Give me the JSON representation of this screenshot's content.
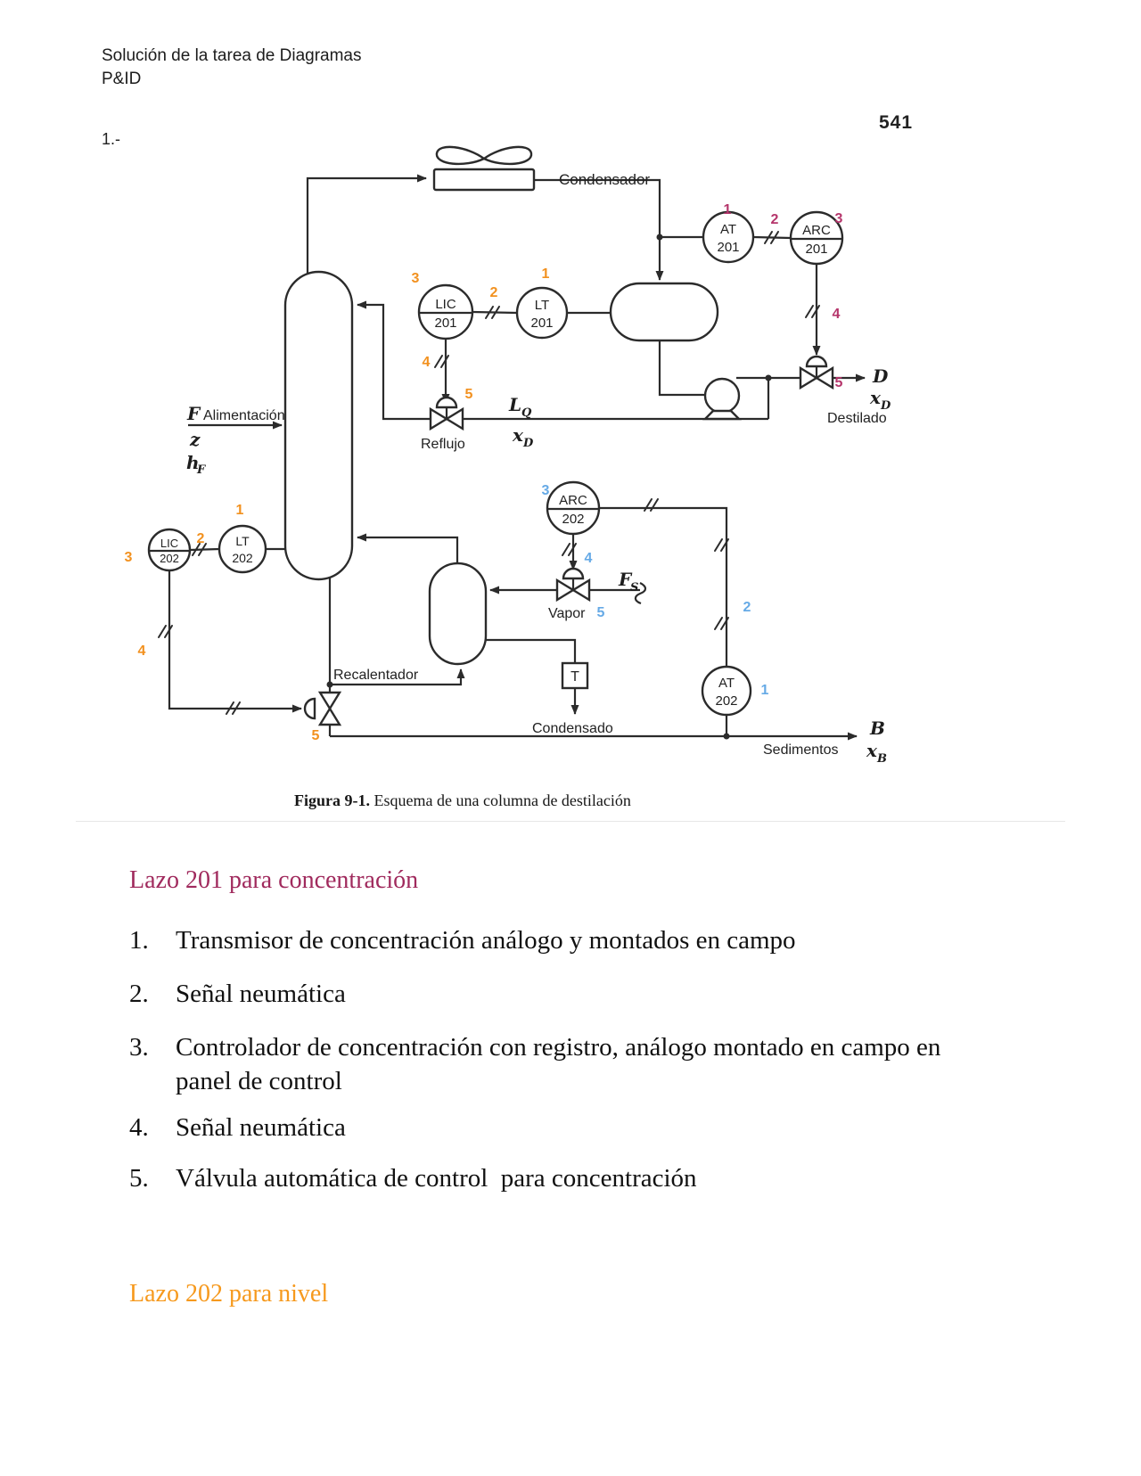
{
  "page": {
    "header_line1": "Solución de la tarea de Diagramas",
    "header_line2": "P&ID",
    "page_number": "541",
    "item_number": "1.-"
  },
  "diagram": {
    "labels": {
      "condensador": "Condensador",
      "reflujo": "Reflujo",
      "alimentacion": "Alimentación",
      "vapor": "Vapor",
      "recalentador": "Recalentador",
      "condensado": "Condensado",
      "sedimentos": "Sedimentos",
      "destilado": "Destilado",
      "trap": "T"
    },
    "math": {
      "F": "F",
      "z": "z",
      "h": "h",
      "h_sub": "F",
      "L": "L",
      "L_sub": "Q",
      "xD": "x",
      "xD_sub": "D",
      "D": "D",
      "FS": "F",
      "FS_sub": "S",
      "B": "B",
      "xB": "x",
      "xB_sub": "B"
    },
    "instruments": {
      "at201": {
        "tag": "AT",
        "num": "201"
      },
      "arc201": {
        "tag": "ARC",
        "num": "201"
      },
      "lic201": {
        "tag": "LIC",
        "num": "201"
      },
      "lt201": {
        "tag": "LT",
        "num": "201"
      },
      "arc202": {
        "tag": "ARC",
        "num": "202"
      },
      "lic202": {
        "tag": "LIC",
        "num": "202"
      },
      "lt202": {
        "tag": "LT",
        "num": "202"
      },
      "at202": {
        "tag": "AT",
        "num": "202"
      }
    },
    "nums": {
      "n1": "1",
      "n2": "2",
      "n3": "3",
      "n4": "4",
      "n5": "5"
    },
    "caption": {
      "bold": "Figura 9-1.",
      "text": "Esquema de una columna de destilación"
    }
  },
  "content": {
    "section1_title": "Lazo 201 para concentración",
    "list": [
      {
        "num": "1.",
        "text": "Transmisor de concentración análogo y montados en campo"
      },
      {
        "num": "2.",
        "text": "Señal neumática"
      },
      {
        "num": "3.",
        "text": "Controlador de concentración con registro, análogo montado en campo en panel de control"
      },
      {
        "num": "4.",
        "text": "Señal neumática"
      },
      {
        "num": "5.",
        "text": "Válvula automática de control  para concentración"
      }
    ],
    "section2_title": "Lazo 202 para nivel"
  },
  "colors": {
    "ink": "#2b2b2b",
    "loop201_concentracion": "#b5356b",
    "loop_nivel": "#f2911f",
    "loop202_concentracion": "#66aae6",
    "heading_201": "#a02a5d",
    "heading_202": "#f6991d"
  }
}
